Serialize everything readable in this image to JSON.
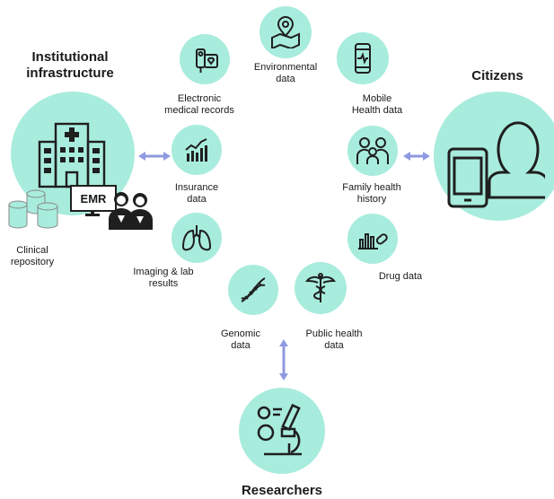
{
  "titles": {
    "institutional_line1": "Institutional",
    "institutional_line2": "infrastructure",
    "citizens": "Citizens",
    "researchers": "Researchers"
  },
  "labels": {
    "environmental_line1": "Environmental",
    "environmental_line2": "data",
    "emr_line1": "Electronic",
    "emr_line2": "medical records",
    "mobile_line1": "Mobile",
    "mobile_line2": "Health data",
    "insurance_line1": "Insurance",
    "insurance_line2": "data",
    "family_line1": "Family health",
    "family_line2": "history",
    "imaging_line1": "Imaging & lab",
    "imaging_line2": "results",
    "drug": "Drug data",
    "genomic_line1": "Genomic",
    "genomic_line2": "data",
    "public_line1": "Public health",
    "public_line2": "data",
    "clinical_line1": "Clinical",
    "clinical_line2": "repository",
    "emr_sign": "EMR"
  },
  "colors": {
    "circle": "#a8ecdd",
    "arrow": "#8f9ae0",
    "icon": "#1f1f1f"
  }
}
